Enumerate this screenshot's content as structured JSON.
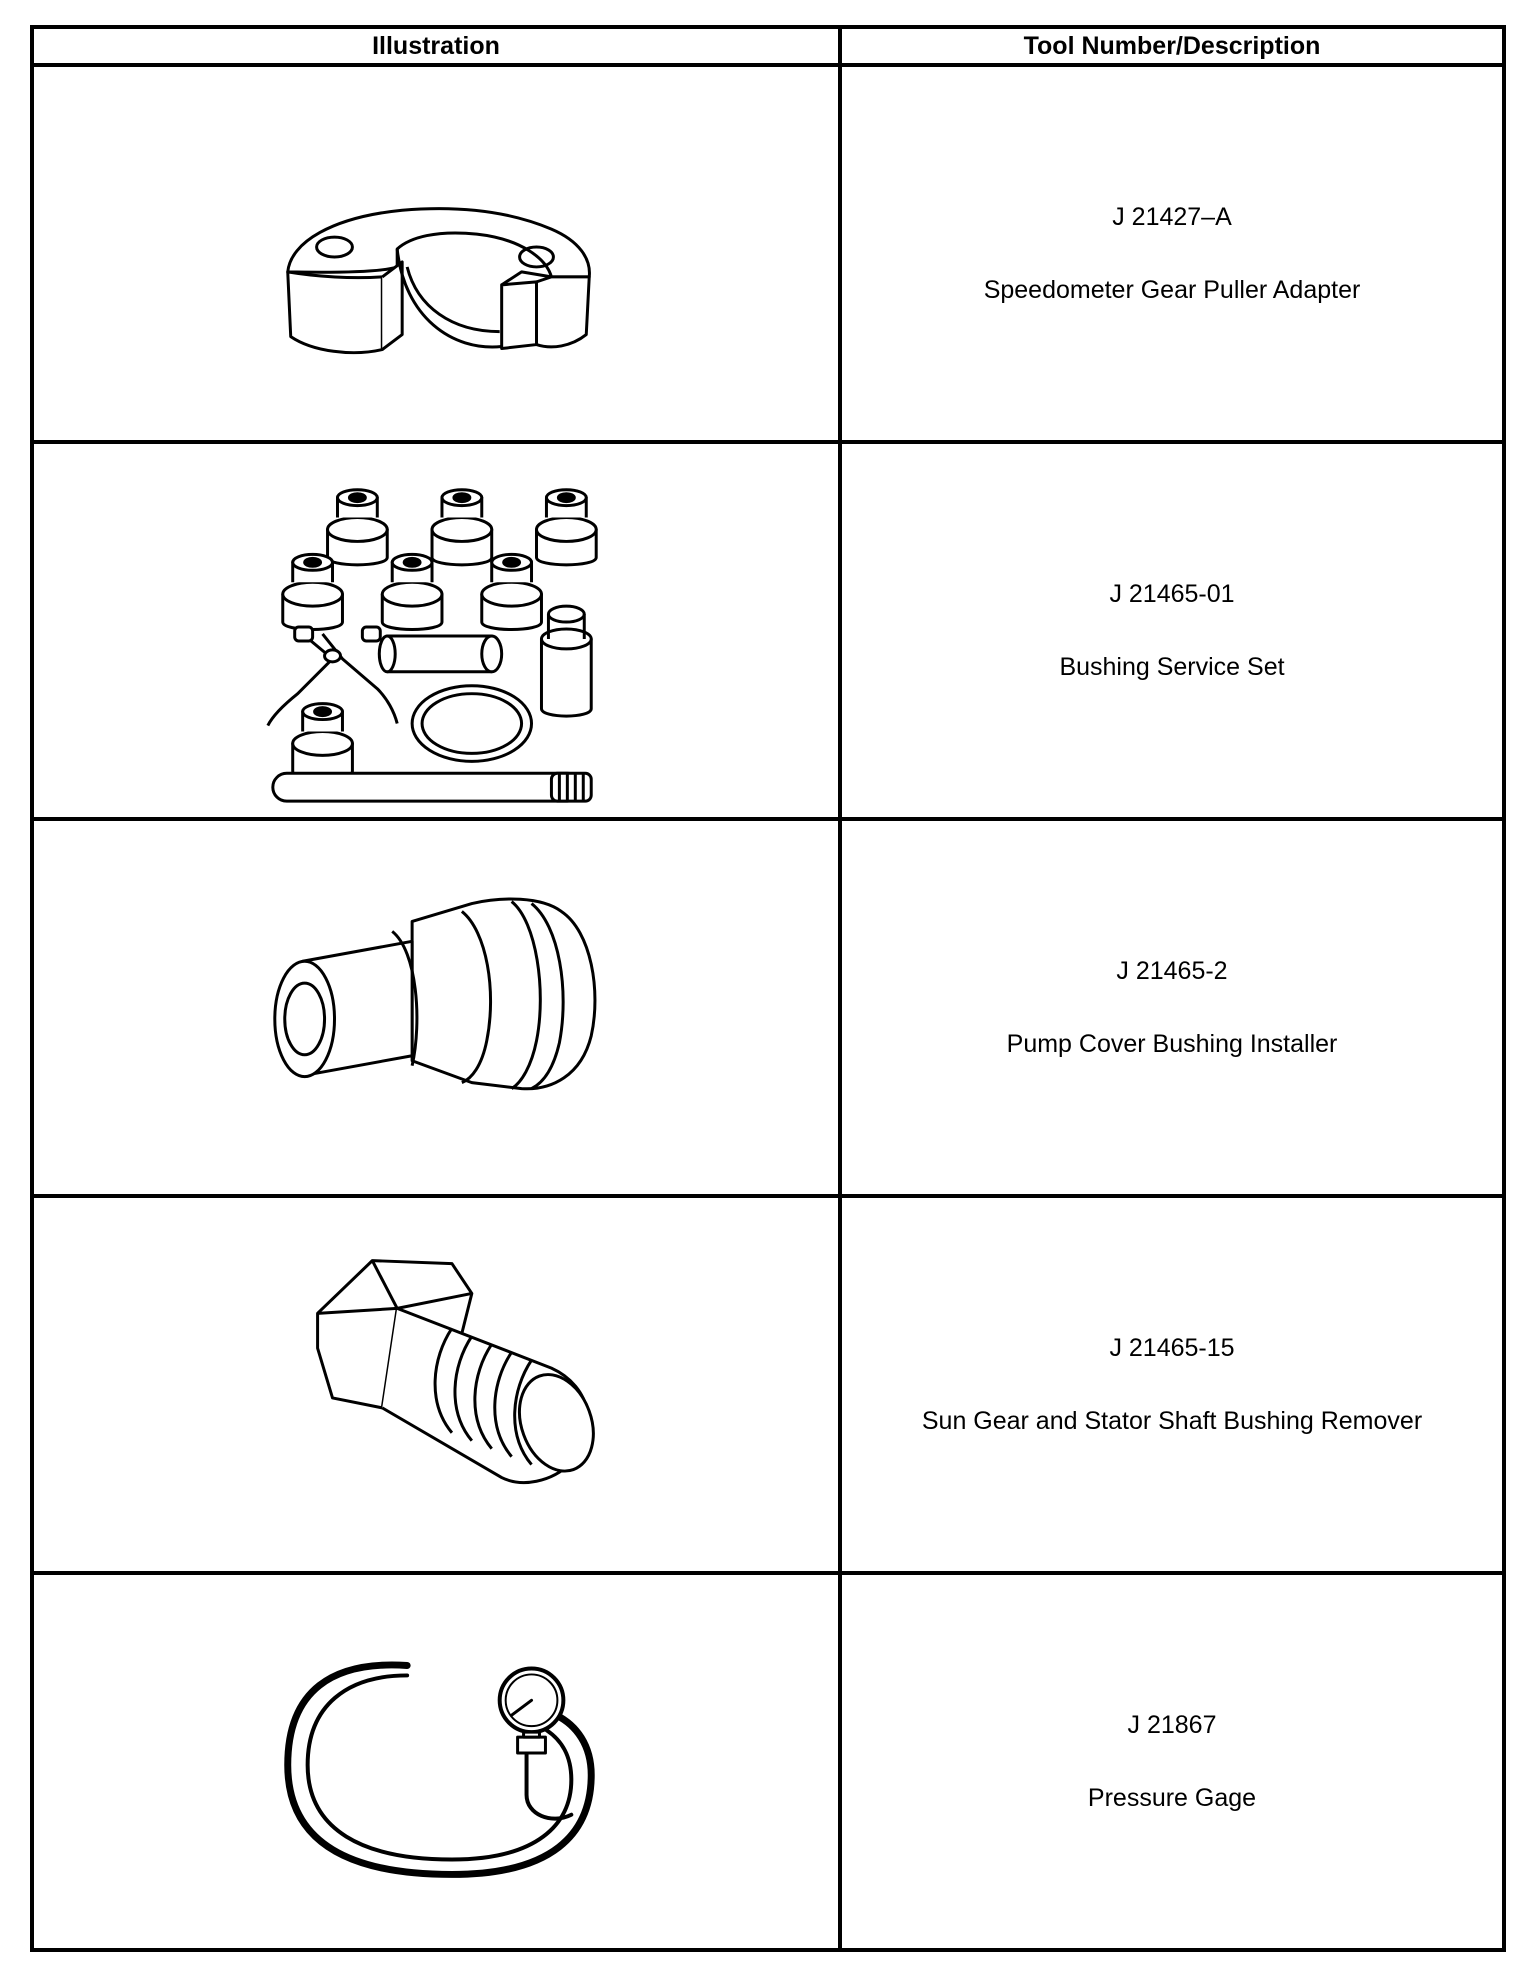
{
  "table": {
    "headers": {
      "illustration": "Illustration",
      "description": "Tool Number/Description"
    },
    "rows": [
      {
        "tool_number": "J 21427–A",
        "description": "Speedometer Gear Puller Adapter",
        "illustration_icon": "gear-puller-adapter-icon"
      },
      {
        "tool_number": "J 21465-01",
        "description": "Bushing Service Set",
        "illustration_icon": "bushing-service-set-icon"
      },
      {
        "tool_number": "J 21465-2",
        "description": "Pump Cover Bushing Installer",
        "illustration_icon": "bushing-installer-icon"
      },
      {
        "tool_number": "J 21465-15",
        "description": "Sun Gear and Stator Shaft Bushing Remover",
        "illustration_icon": "bushing-remover-icon"
      },
      {
        "tool_number": "J 21867",
        "description": "Pressure Gage",
        "illustration_icon": "pressure-gage-icon"
      }
    ]
  }
}
